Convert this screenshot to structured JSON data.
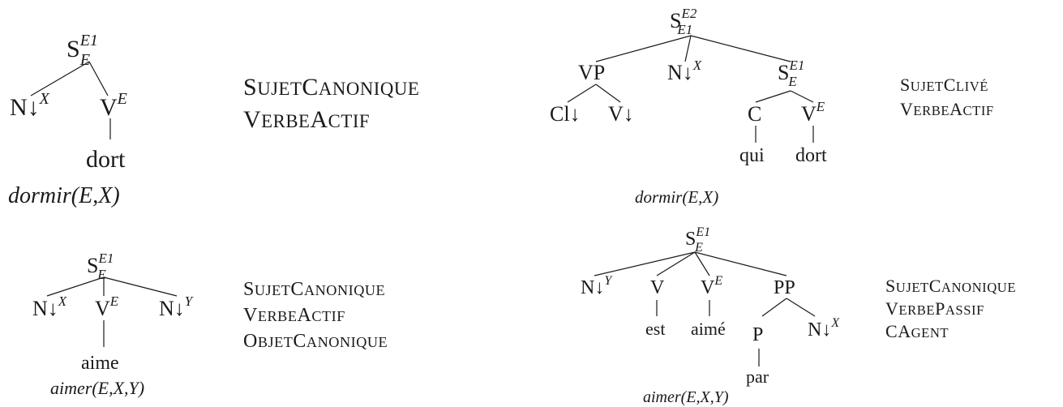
{
  "panels": {
    "dormir_canon": {
      "root": {
        "main": "S",
        "sup": "E1",
        "sub": "E"
      },
      "n": {
        "main": "N↓",
        "sup": "X"
      },
      "v": {
        "main": "V",
        "sup": "E"
      },
      "anchor": "dort",
      "semantics": "dormir(E,X)",
      "classes": [
        "SujetCanonique",
        "VerbeActif"
      ]
    },
    "dormir_cleft": {
      "root": {
        "main": "S",
        "sup": "E2",
        "sub": "E1"
      },
      "vp": "VP",
      "cl": "Cl↓",
      "vfoot": "V↓",
      "n": {
        "main": "N↓",
        "sup": "X"
      },
      "s": {
        "main": "S",
        "sup": "E1",
        "sub": "E"
      },
      "c": "C",
      "v": {
        "main": "V",
        "sup": "E"
      },
      "qui": "qui",
      "anchor": "dort",
      "semantics": "dormir(E,X)",
      "classes": [
        "SujetClivé",
        "VerbeActif"
      ]
    },
    "aimer_active": {
      "root": {
        "main": "S",
        "sup": "E1",
        "sub": "E"
      },
      "n1": {
        "main": "N↓",
        "sup": "X"
      },
      "v": {
        "main": "V",
        "sup": "E"
      },
      "n2": {
        "main": "N↓",
        "sup": "Y"
      },
      "anchor": "aime",
      "semantics": "aimer(E,X,Y)",
      "classes": [
        "SujetCanonique",
        "VerbeActif",
        "ObjetCanonique"
      ]
    },
    "aimer_passive": {
      "root": {
        "main": "S",
        "sup": "E1",
        "sub": "E"
      },
      "n1": {
        "main": "N↓",
        "sup": "Y"
      },
      "aux": "V",
      "v": {
        "main": "V",
        "sup": "E"
      },
      "pp": "PP",
      "p": "P",
      "n2": {
        "main": "N↓",
        "sup": "X"
      },
      "est": "est",
      "anchor": "aimé",
      "par": "par",
      "semantics": "aimer(E,X,Y)",
      "classes": [
        "SujetCanonique",
        "VerbePassif",
        "CAgent"
      ]
    }
  }
}
